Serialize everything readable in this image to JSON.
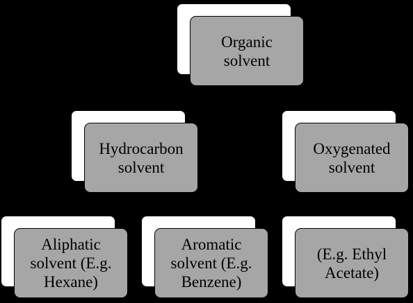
{
  "colors": {
    "background": "#000000",
    "box_back": "#ffffff",
    "box_front": "#a6a6a6",
    "text": "#000000"
  },
  "diagram": {
    "root": {
      "label": "Organic\nsolvent"
    },
    "level2": [
      {
        "label": "Hydrocarbon\nsolvent"
      },
      {
        "label": "Oxygenated\nsolvent"
      }
    ],
    "level3": [
      {
        "label": "Aliphatic\nsolvent (E.g.\nHexane)"
      },
      {
        "label": "Aromatic\nsolvent (E.g.\nBenzene)"
      },
      {
        "label": "(E.g. Ethyl\nAcetate)"
      }
    ]
  }
}
